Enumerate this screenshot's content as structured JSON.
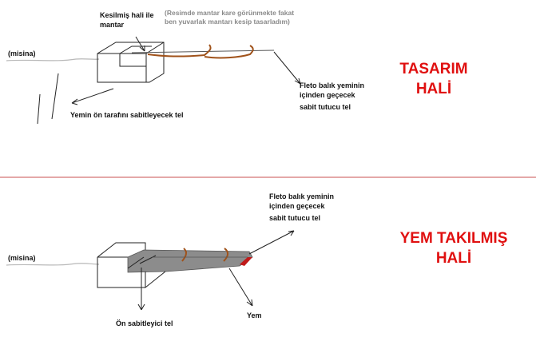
{
  "top": {
    "cut_mushroom_label": [
      "Kesilmiş hali ile",
      "mantar"
    ],
    "note": [
      "(Resimde mantar kare görünmekte fakat",
      "ben yuvarlak mantarı kesip tasarladım)"
    ],
    "line_label": "(misina)",
    "front_wire_label": "Yemin ön tarafını sabitleyecek tel",
    "holder_wire_label": [
      "Fleto balık yeminin",
      "içinden geçecek",
      "sabit tutucu tel"
    ],
    "title": [
      "TASARIM",
      "HALİ"
    ]
  },
  "bottom": {
    "line_label": "(misina)",
    "holder_wire_label": [
      "Fleto balık yeminin",
      "içinden geçecek",
      "sabit tutucu tel"
    ],
    "front_fixer_label": "Ön sabitleyici tel",
    "bait_label": "Yem",
    "title": [
      "YEM TAKILMIŞ",
      "HALİ"
    ]
  },
  "colors": {
    "title": "#e01010",
    "divider": "#c85050",
    "hook": "#a0521a",
    "bait": "#8c8c8c",
    "bait_tip": "#c01a1a"
  }
}
